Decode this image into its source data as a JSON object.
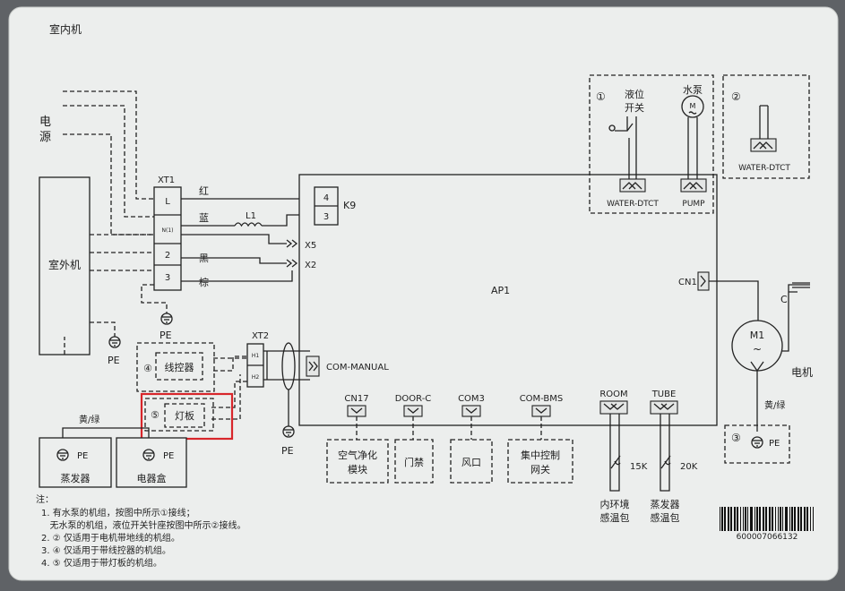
{
  "title": "室内机",
  "power": {
    "line1": "电",
    "line2": "源"
  },
  "outdoor_unit": "室外机",
  "xt1": {
    "label": "XT1",
    "terminals": [
      "L",
      "N(1)",
      "2",
      "3"
    ],
    "wire_colors": [
      "红",
      "蓝",
      "黑",
      "棕"
    ]
  },
  "l1": "L1",
  "ap1": "AP1",
  "k9": {
    "label": "K9",
    "pins": [
      "4",
      "3"
    ]
  },
  "x5": "X5",
  "x2": "X2",
  "pe": "PE",
  "xt2": {
    "label": "XT2",
    "terminals": [
      "H1",
      "H2"
    ]
  },
  "com_manual": "COM-MANUAL",
  "connectors": [
    "CN17",
    "DOOR-C",
    "COM3",
    "COM-BMS",
    "ROOM",
    "TUBE"
  ],
  "modules": [
    {
      "line1": "空气净化",
      "line2": "模块"
    },
    {
      "line1": "门禁",
      "line2": ""
    },
    {
      "line1": "风口",
      "line2": ""
    },
    {
      "line1": "集中控制",
      "line2": "网关"
    }
  ],
  "sensors": [
    {
      "value": "15K",
      "line1": "内环境",
      "line2": "感温包"
    },
    {
      "value": "20K",
      "line1": "蒸发器",
      "line2": "感温包"
    }
  ],
  "option1": {
    "num": "①",
    "level_switch_line1": "液位",
    "level_switch_line2": "开关",
    "pump_label": "水泵",
    "water_dtct": "WATER-DTCT",
    "pump": "PUMP"
  },
  "option2": {
    "num": "②",
    "water_dtct": "WATER-DTCT"
  },
  "cn1": "CN1",
  "motor": {
    "label": "M1",
    "symbol": "~",
    "name": "电机",
    "cap": "C",
    "wire": "黄/绿",
    "pe_num": "③"
  },
  "wired_controller": {
    "num": "④",
    "label": "线控器"
  },
  "light_board": {
    "num": "⑤",
    "label": "灯板"
  },
  "ground_wire": "黄/绿",
  "evaporator": "蒸发器",
  "electric_box": "电器盒",
  "notes": [
    "注：",
    "1. 有水泵的机组，按图中所示①接线；",
    "   无水泵的机组，液位开关针座按图中所示②接线。",
    "2. ② 仅适用于电机带地线的机组。",
    "3. ④ 仅适用于带线控器的机组。",
    "4. ⑤ 仅适用于带灯板的机组。"
  ],
  "barcode": "600007066132",
  "colors": {
    "highlight": "#d8262b",
    "paper": "#eceeed",
    "background": "#5f6266"
  }
}
